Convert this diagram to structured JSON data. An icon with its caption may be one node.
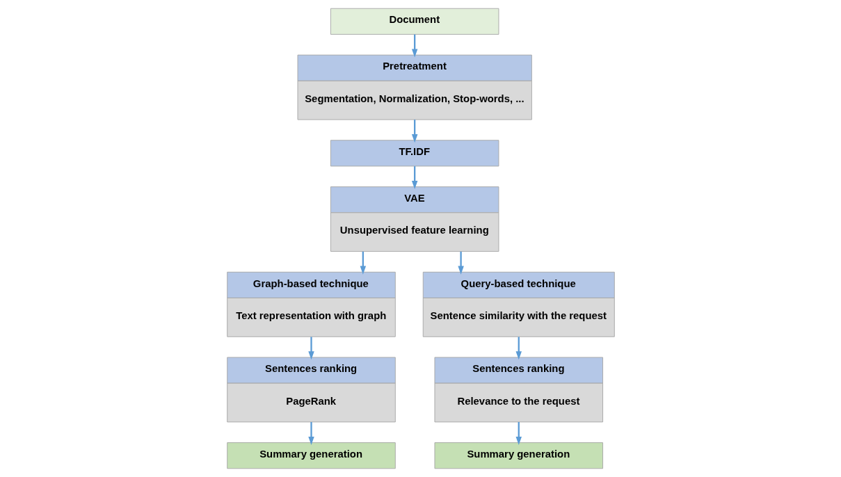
{
  "diagram": {
    "nodes": [
      {
        "text": [
          "Document"
        ]
      },
      {
        "text": [
          "Pretreatment",
          "Segmentation, Normalization, Stop-words, ..."
        ]
      },
      {
        "text": [
          "TF.IDF"
        ]
      },
      {
        "text": [
          "VAE",
          "Unsupervised feature learning"
        ]
      },
      {
        "text": [
          "Graph-based technique",
          "Text representation with graph"
        ]
      },
      {
        "text": [
          "Sentences ranking",
          "PageRank"
        ]
      },
      {
        "text": [
          "Summary generation"
        ]
      },
      {
        "text": [
          "Query-based technique",
          "Sentence similarity with the request"
        ]
      },
      {
        "text": [
          "Sentences ranking",
          "Relevance to the request"
        ]
      },
      {
        "text": [
          "Summary generation"
        ]
      }
    ],
    "edges": [
      {
        "from": 0,
        "to": 1,
        "arrow": "to"
      },
      {
        "from": 1,
        "to": 2,
        "arrow": "to"
      },
      {
        "from": 2,
        "to": 3,
        "arrow": "to"
      },
      {
        "from": 3,
        "to": 4,
        "arrow": "to"
      },
      {
        "from": 3,
        "to": 7,
        "arrow": "to"
      },
      {
        "from": 4,
        "to": 5,
        "arrow": "to"
      },
      {
        "from": 5,
        "to": 6,
        "arrow": "to"
      },
      {
        "from": 7,
        "to": 8,
        "arrow": "to"
      },
      {
        "from": 8,
        "to": 9,
        "arrow": "to"
      }
    ]
  }
}
